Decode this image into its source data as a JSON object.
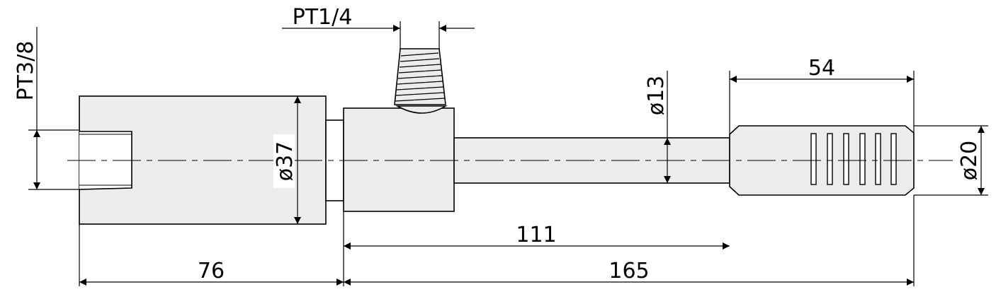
{
  "labels": {
    "thread_inlet": "PT3/8",
    "thread_outlet": "PT1/4",
    "dia_body": "ø37",
    "dia_tube": "ø13",
    "dia_nozzle": "ø20",
    "len_nozzle": "54",
    "len_tube": "111",
    "len_body": "76",
    "len_total": "165"
  },
  "colors": {
    "line": "#000000",
    "fill": "#ececec",
    "background": "#ffffff"
  }
}
